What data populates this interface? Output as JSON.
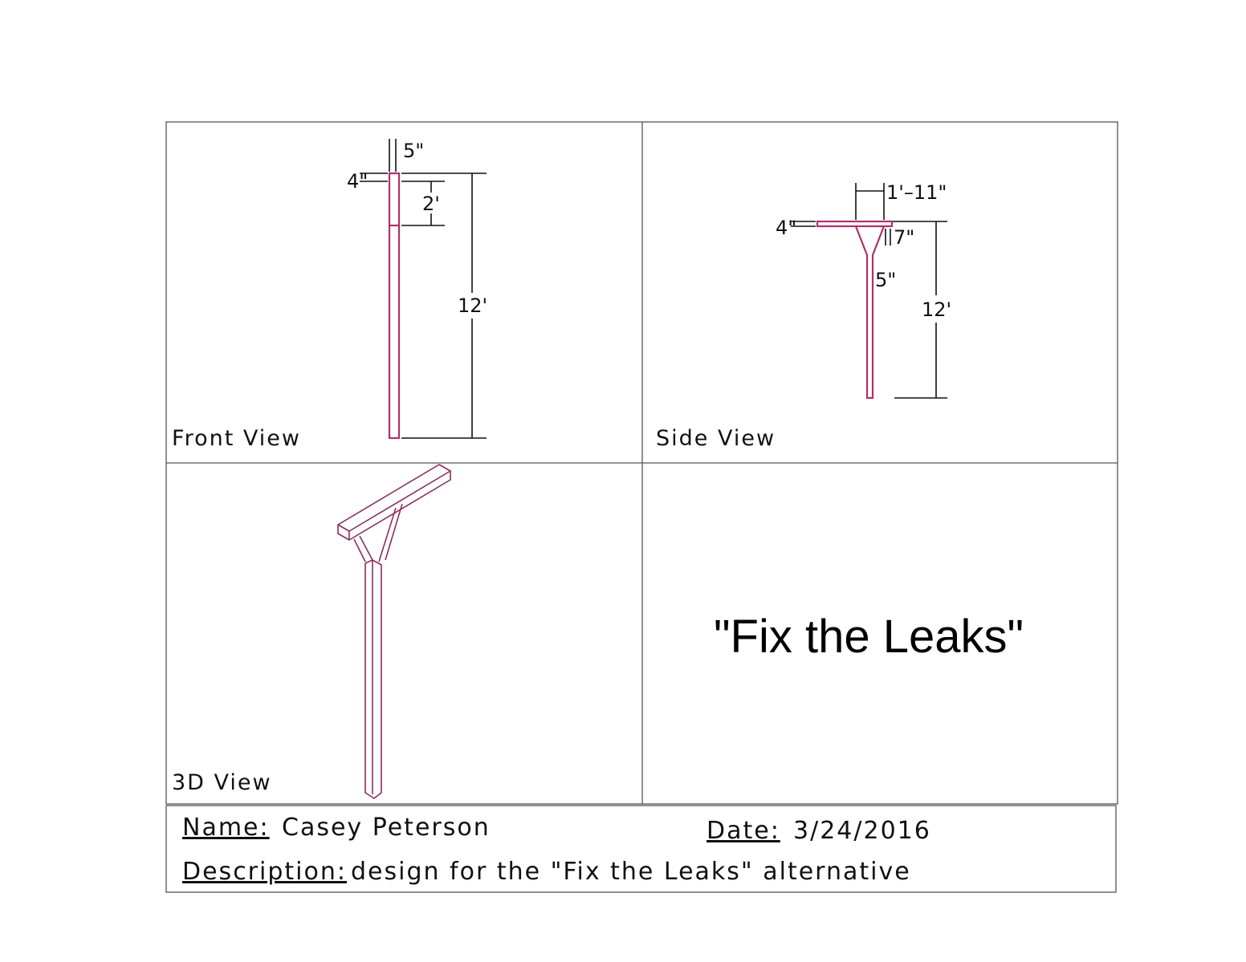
{
  "drawing": {
    "front_view": {
      "label": "Front View",
      "dims": {
        "post_width": "5\"",
        "top_thickness": "4\"",
        "head_height": "2'",
        "total_height": "12'"
      }
    },
    "side_view": {
      "label": "Side View",
      "dims": {
        "bracket_width": "1'–11\"",
        "arm_thickness": "4\"",
        "bracket_drop": "7\"",
        "post_width": "5\"",
        "total_height": "12'"
      }
    },
    "iso_view": {
      "label": "3D View"
    },
    "title_panel": {
      "text": "\"Fix the Leaks\""
    }
  },
  "title_block": {
    "name_label": "Name:",
    "name_value": "Casey Peterson",
    "date_label": "Date:",
    "date_value": "3/24/2016",
    "description_label": "Description:",
    "description_value": "design for the \"Fix the Leaks\" alternative"
  },
  "colors": {
    "part": "#b0306a",
    "line": "#111111"
  }
}
